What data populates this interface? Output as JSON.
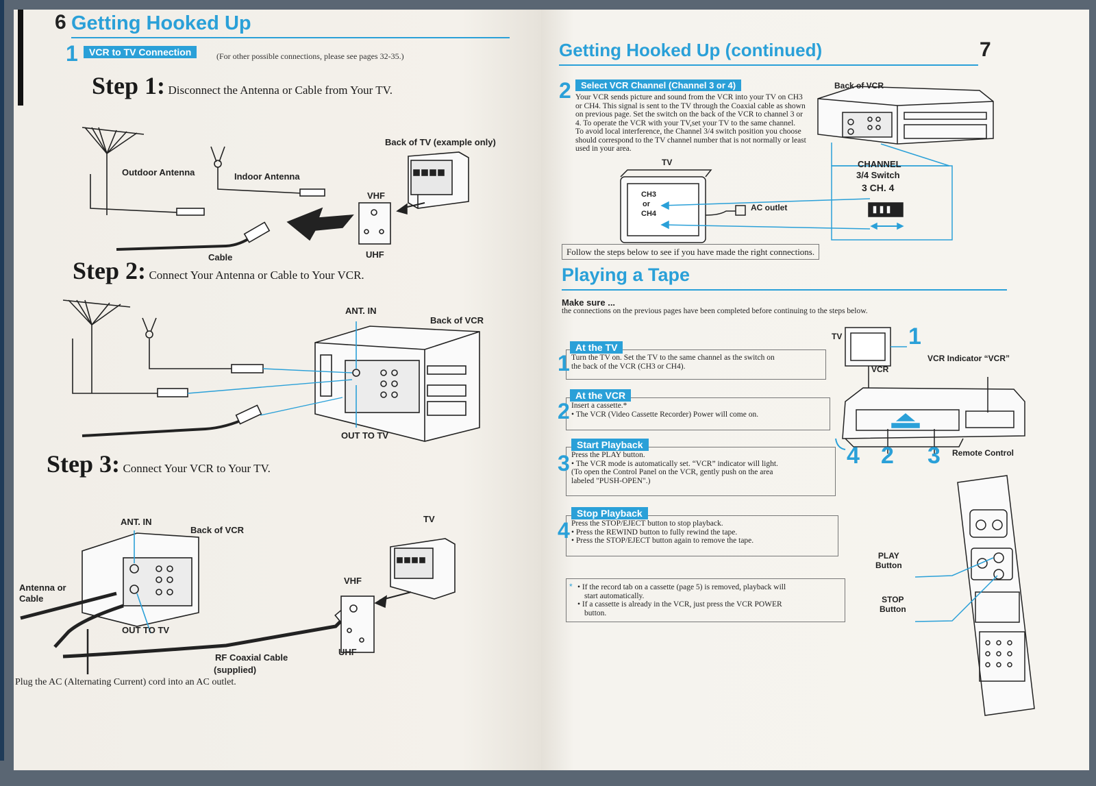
{
  "left": {
    "page_number": "6",
    "title": "Getting Hooked Up",
    "section_number": "1",
    "section_tag": "VCR to TV Connection",
    "section_note": "(For other possible connections, please see pages 32-35.)",
    "step1": {
      "title": "Step 1:",
      "text": "Disconnect the Antenna or Cable from Your TV."
    },
    "step1_labels": {
      "outdoor": "Outdoor Antenna",
      "indoor": "Indoor Antenna",
      "back_tv": "Back of TV (example only)",
      "vhf": "VHF",
      "uhf": "UHF",
      "cable": "Cable"
    },
    "step2": {
      "title": "Step 2:",
      "text": "Connect Your Antenna or Cable to Your VCR."
    },
    "step2_labels": {
      "ant_in": "ANT. IN",
      "back_vcr": "Back of VCR",
      "out_to_tv": "OUT TO TV"
    },
    "step3": {
      "title": "Step 3:",
      "text": "Connect Your VCR to Your TV."
    },
    "step3_labels": {
      "ant_in": "ANT. IN",
      "back_vcr": "Back of VCR",
      "tv": "TV",
      "antenna_or_cable": "Antenna or Cable",
      "out_to_tv": "OUT TO TV",
      "vhf": "VHF",
      "uhf": "UHF",
      "rf_cable": "RF Coaxial Cable",
      "supplied": "(supplied)"
    },
    "footer": "Plug the AC (Alternating Current) cord into an AC outlet."
  },
  "right": {
    "title": "Getting Hooked Up (continued)",
    "page_number": "7",
    "section_number": "2",
    "section_tag": "Select VCR Channel (Channel 3 or 4)",
    "section_text": "Your VCR sends picture and sound from the VCR into your TV on CH3 or CH4. This signal is sent to the TV through the Coaxial cable as shown on previous page. Set the switch on the back of the VCR to channel 3 or 4. To operate the VCR with your TV,set your TV to the same channel.",
    "section_text2": "To avoid local interference, the Channel 3/4 switch position you choose should correspond to the TV channel number that is not normally or least used in your area.",
    "diagram_labels": {
      "back_vcr": "Back of VCR",
      "tv": "TV",
      "ch3": "CH3",
      "or": "or",
      "ch4": "CH4",
      "ac_outlet": "AC outlet",
      "channel": "CHANNEL",
      "switch": "3/4 Switch",
      "ch_switch": "3 CH. 4"
    },
    "follow_note": "Follow the steps below to see if you have made the right connections.",
    "play_title": "Playing a Tape",
    "make_sure": "Make sure ...",
    "make_sure_text": "the connections on the previous pages have been completed before continuing to the steps below.",
    "steps": [
      {
        "num": "1",
        "tag": "At the TV",
        "lines": [
          "Turn the TV on. Set the TV to the same channel as the switch on",
          "the back of the VCR (CH3 or CH4)."
        ]
      },
      {
        "num": "2",
        "tag": "At the VCR",
        "lines": [
          "Insert a cassette.*",
          "• The VCR (Video Cassette Recorder) Power will come on."
        ]
      },
      {
        "num": "3",
        "tag": "Start Playback",
        "lines": [
          "Press the PLAY button.",
          "• The VCR mode is automatically set. “VCR” indicator will light.",
          "(To open the Control Panel on the VCR, gently push on the area",
          "labeled \"PUSH-OPEN\".)"
        ]
      },
      {
        "num": "4",
        "tag": "Stop Playback",
        "lines": [
          "Press the STOP/EJECT button to stop playback.",
          "• Press the REWIND button to fully rewind the tape.",
          "• Press the STOP/EJECT button again to remove the tape."
        ]
      }
    ],
    "note_star": "*",
    "notes": [
      "• If the record tab on a cassette (page 5) is removed, playback will",
      "start automatically.",
      "• If a cassette is already in the VCR, just press the VCR POWER",
      "button."
    ],
    "fig_labels": {
      "tv": "TV",
      "vcr": "VCR",
      "vcr_indicator": "VCR Indicator “VCR”",
      "n1": "1",
      "n2": "2",
      "n3": "3",
      "n4": "4",
      "remote": "Remote Control",
      "play": "PLAY",
      "play2": "Button",
      "stop": "STOP",
      "stop2": "Button"
    }
  }
}
